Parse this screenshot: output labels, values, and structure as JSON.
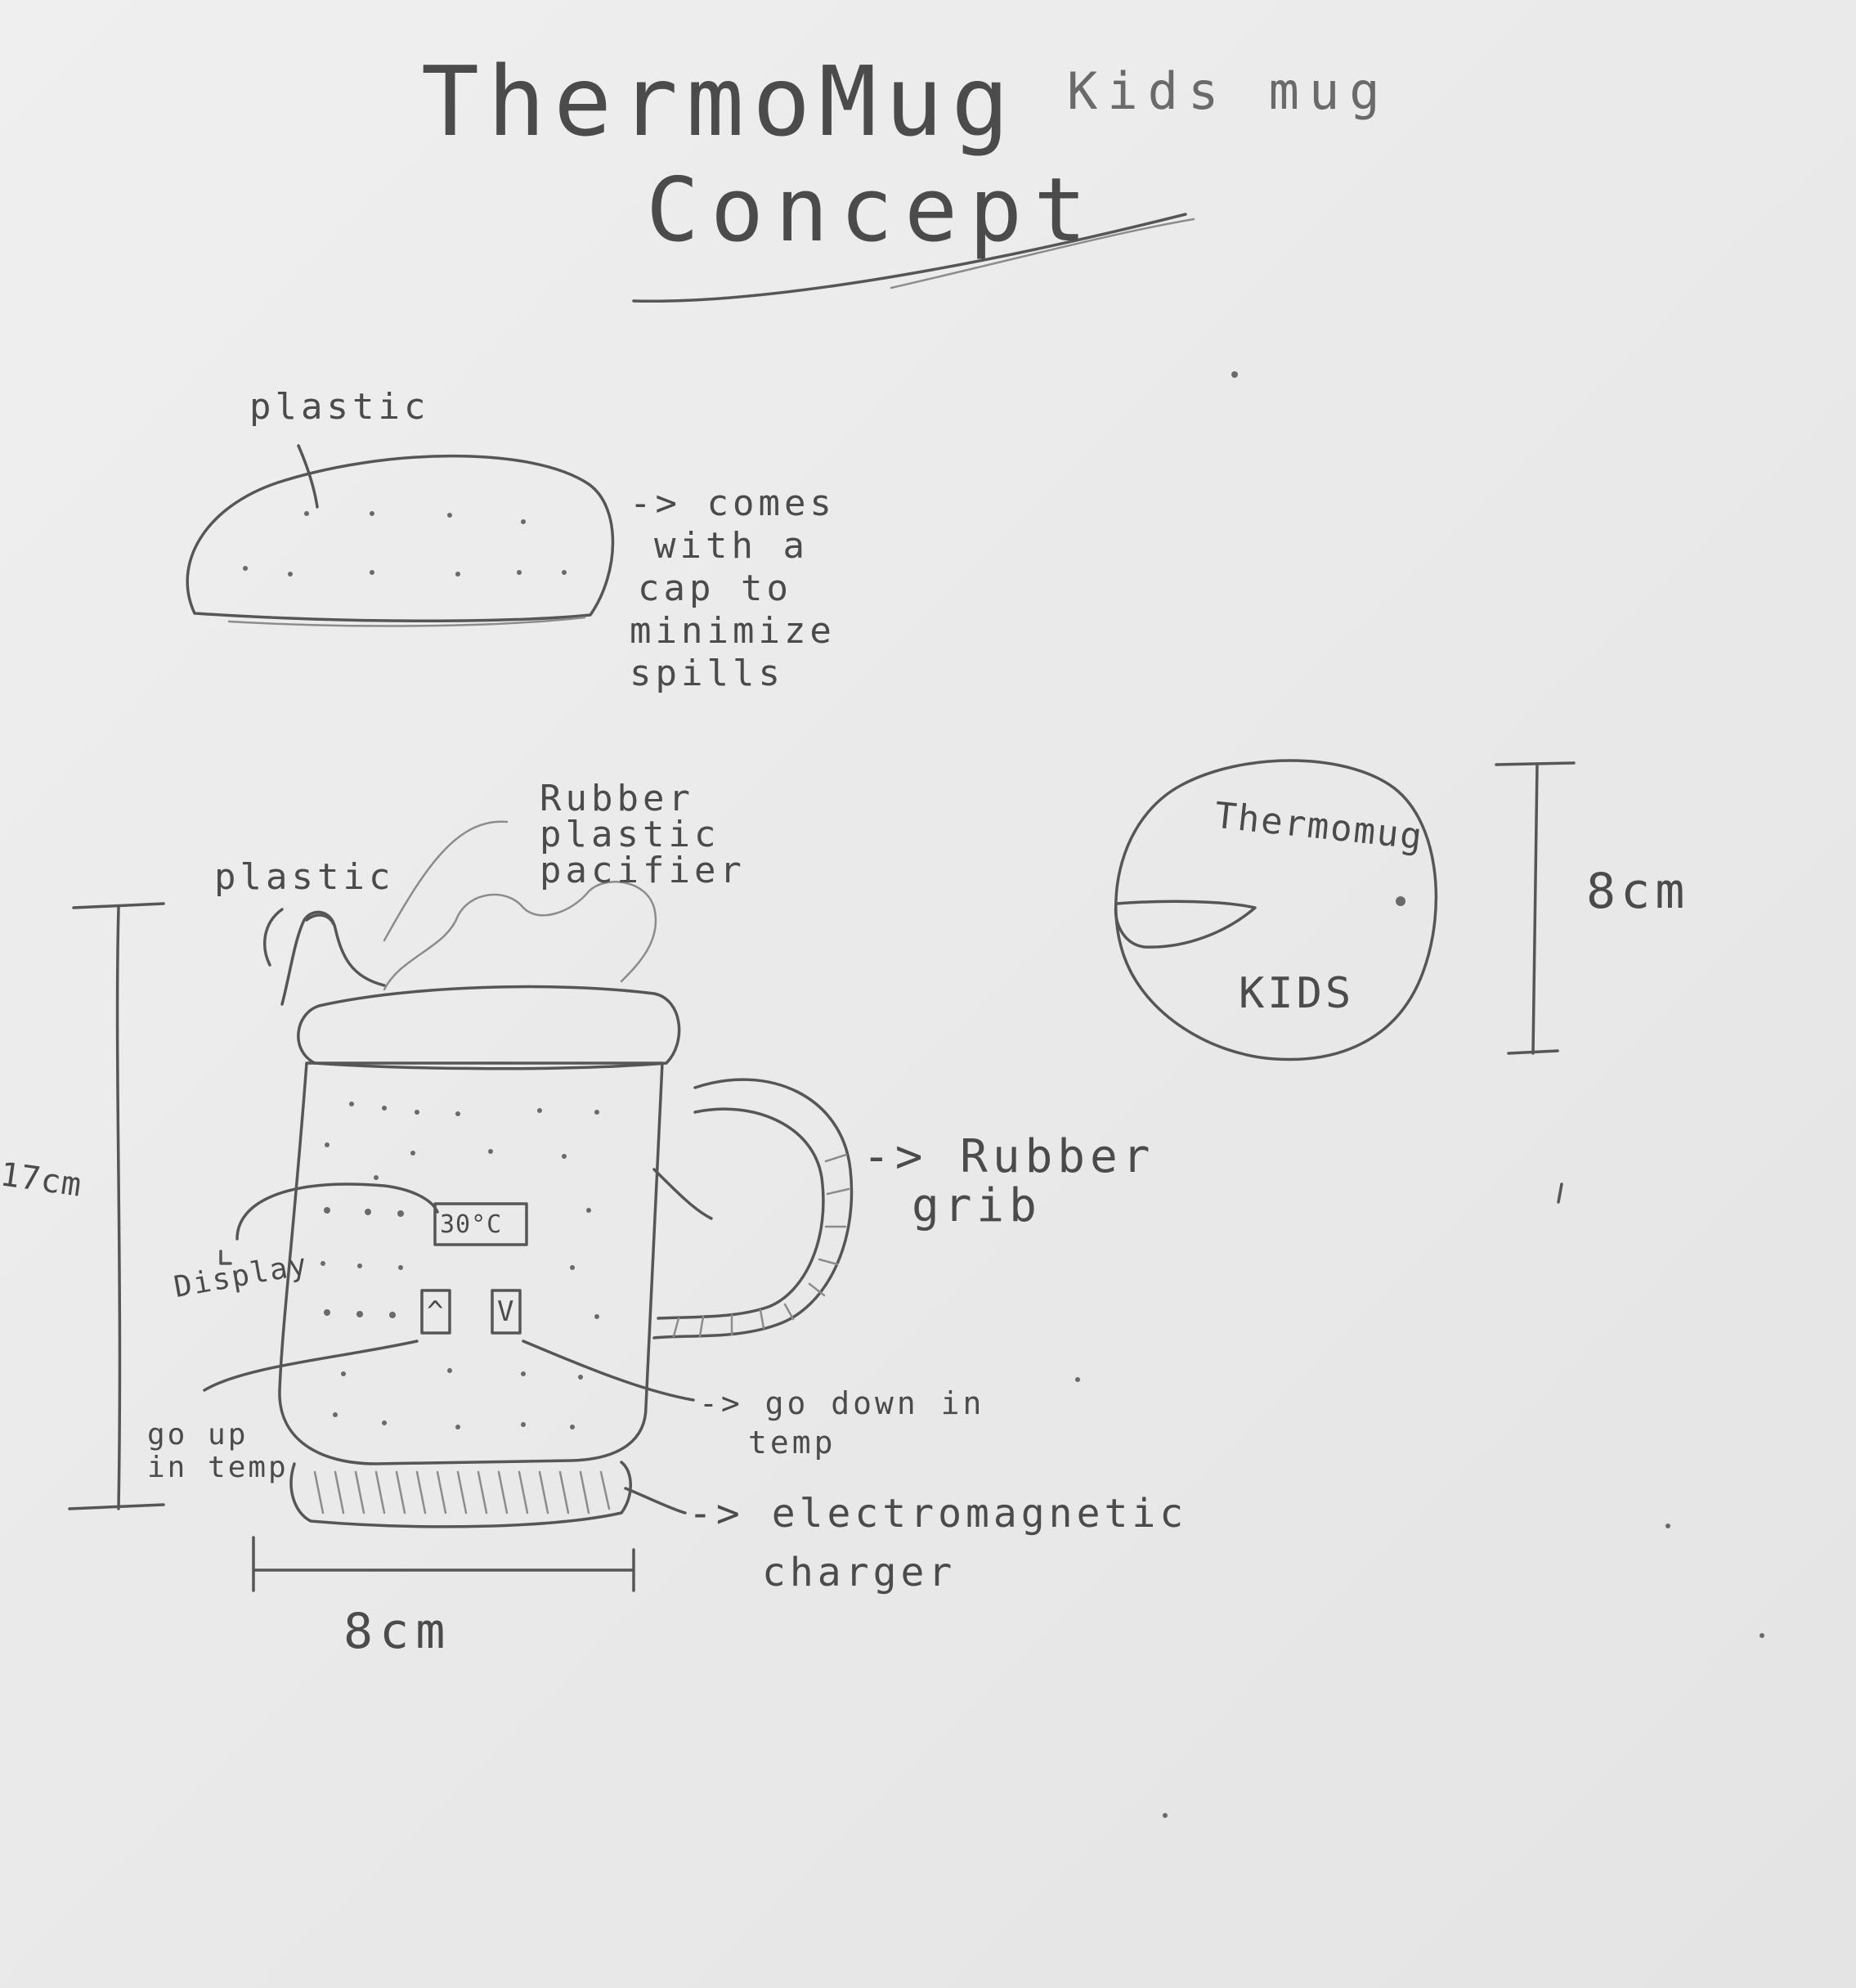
{
  "title": {
    "line1": "ThermoMug",
    "sub": "Kids mug",
    "line2": "Concept"
  },
  "lid": {
    "material_label": "plastic",
    "note_lines": [
      "-> comes",
      "with a",
      "cap to",
      "minimize",
      "spills"
    ]
  },
  "mug": {
    "spout_label": "plastic",
    "pacifier_label_lines": [
      "Rubber",
      "plastic",
      "pacifier"
    ],
    "display_value": "30°C",
    "up_button": "^",
    "down_button": "V",
    "display_label": "Display",
    "up_label_lines": [
      "go up",
      "in temp"
    ],
    "down_label_lines": [
      "-> go down in",
      "temp"
    ],
    "grip_label_lines": [
      "-> Rubber",
      "grib"
    ],
    "charger_label_lines": [
      "-> electromagnetic",
      "charger"
    ],
    "height_label": "17cm",
    "width_label": "8cm"
  },
  "top_view": {
    "brand": "Thermomug",
    "sub": "KIDS",
    "diameter_label": "8cm"
  },
  "colors": {
    "paper": "#ebebeb",
    "pencil": "#565656"
  }
}
